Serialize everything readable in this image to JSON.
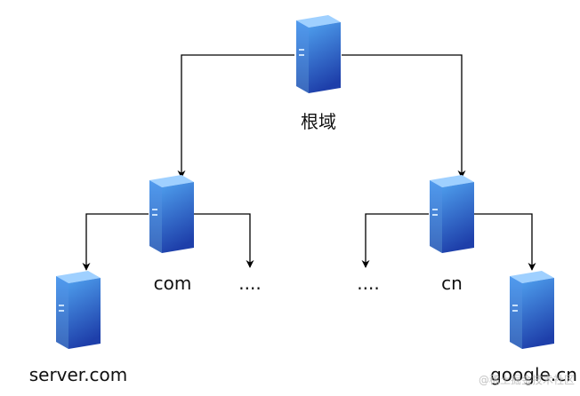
{
  "diagram": {
    "nodes": {
      "root": {
        "label": "根域"
      },
      "com": {
        "label": "com"
      },
      "cn": {
        "label": "cn"
      },
      "server": {
        "label": "server.com"
      },
      "google": {
        "label": "google.cn"
      },
      "ellipsis_left": {
        "label": "...."
      },
      "ellipsis_right": {
        "label": "...."
      }
    },
    "colors": {
      "server_front_top": "#4fa0ee",
      "server_front_bottom": "#1e3faa",
      "server_side_top": "#3a86e0",
      "server_side_bottom": "#142c86",
      "server_top_face": "#9fd0ff",
      "edge": "#000000"
    }
  },
  "watermark": "@稀土掘金技术社区"
}
